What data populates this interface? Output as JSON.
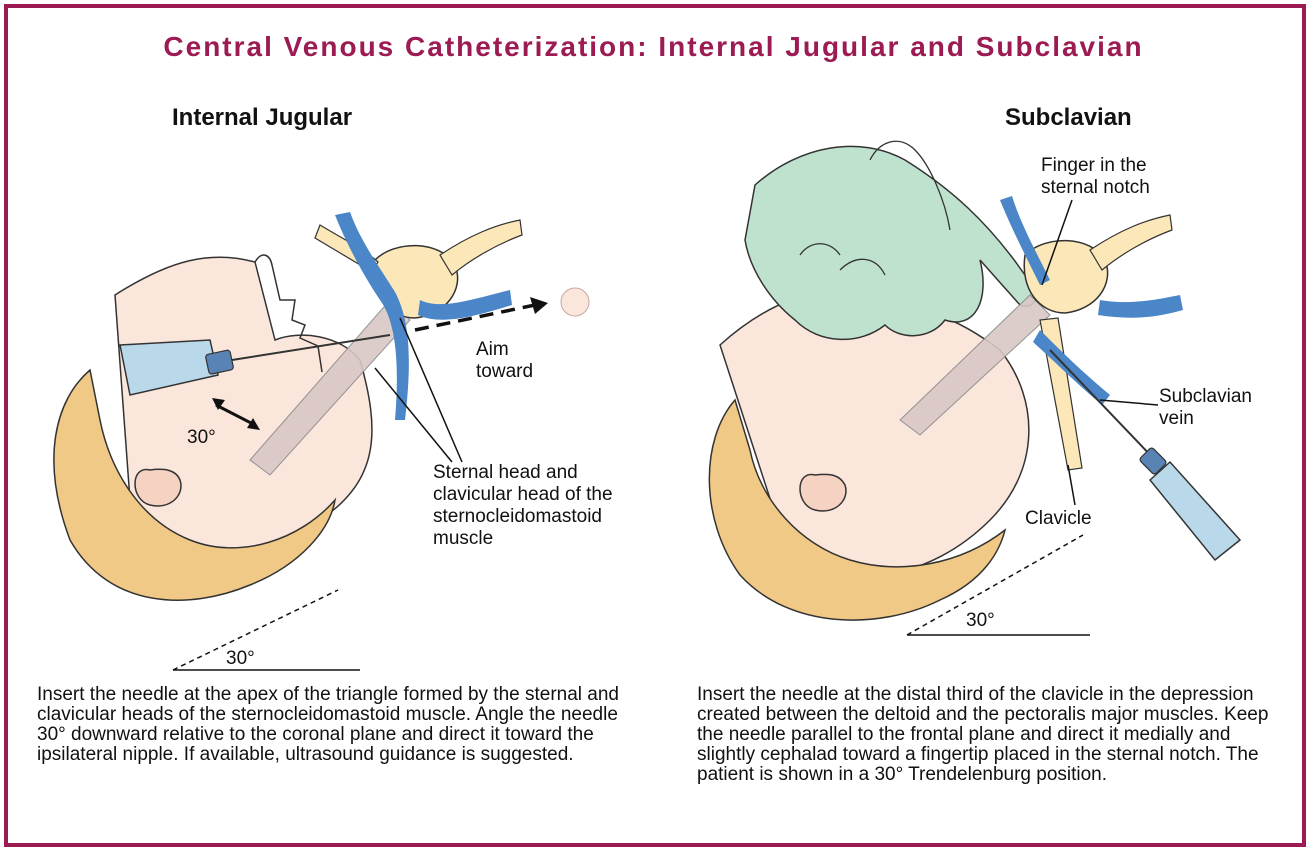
{
  "title": "Central Venous Catheterization: Internal Jugular and Subclavian",
  "panels": {
    "internal_jugular": {
      "heading": "Internal Jugular",
      "angle_near_head": "30°",
      "angle_base": "30°",
      "aim_label": "Aim toward",
      "muscle_label": "Sternal head and clavicular head of the sternocleidomastoid muscle",
      "caption": "Insert the needle at the apex of the triangle formed by the sternal and clavicular heads of the sternocleidomastoid muscle. Angle the needle 30° downward relative to the coronal plane and direct it toward the ipsilateral nipple. If available, ultrasound guidance is suggested."
    },
    "subclavian": {
      "heading": "Subclavian",
      "finger_label": "Finger in the sternal notch",
      "vein_label": "Subclavian vein",
      "clavicle_label": "Clavicle",
      "angle_base": "30°",
      "caption": "Insert the needle at the distal third of the clavicle in the depression created between the deltoid and the pectoralis major muscles. Keep the needle parallel to the frontal plane and direct it medially and slightly cephalad toward a fingertip placed in the sternal notch. The patient is shown in a 30° Trendelenburg position."
    }
  },
  "colors": {
    "frame": "#9b1b52",
    "title": "#9b1b52",
    "skin": "#fbe6dc",
    "hair": "#f1c987",
    "vein": "#4a86c8",
    "bone": "#fbe7b8",
    "glove": "#bfe2cf"
  }
}
